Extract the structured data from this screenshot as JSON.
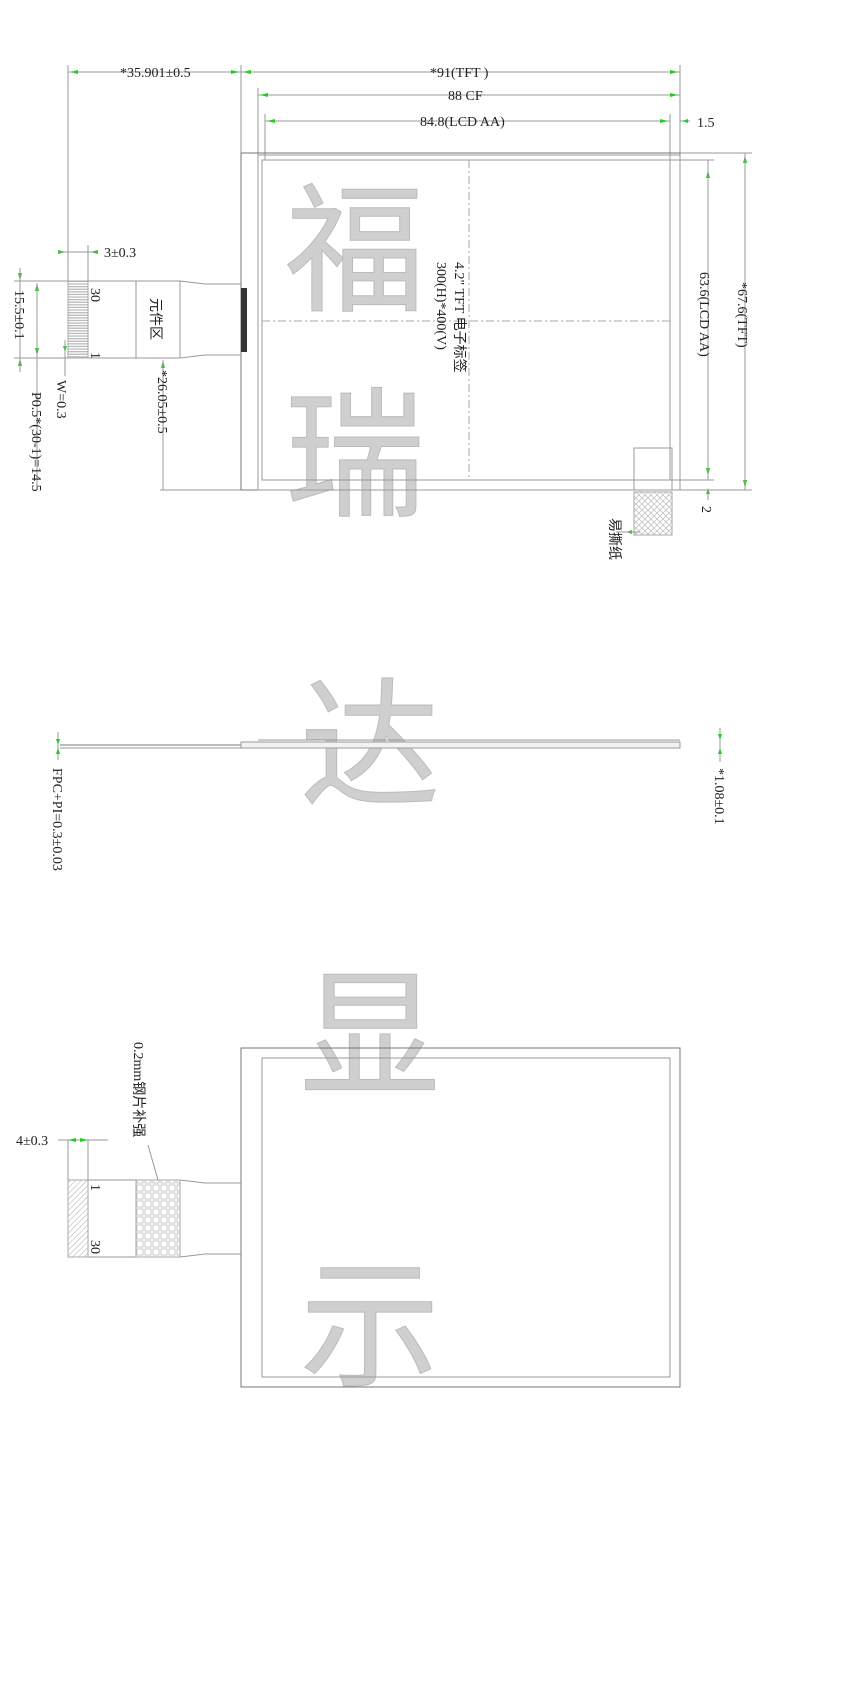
{
  "watermark": [
    "福",
    "瑞",
    "达",
    "显",
    "示"
  ],
  "top_view": {
    "dim_fpc_length": "*35.901±0.5",
    "dim_tft_width": "*91(TFT )",
    "dim_cf_width": "88 CF",
    "dim_aa_width": "84.8(LCD AA)",
    "dim_offset_right": "1.5",
    "dim_aa_height": "63.6(LCD AA)",
    "dim_tft_height": "*67.6(TFT)",
    "dim_offset_bottom": "2",
    "panel_label_line1": "4.2\" TFT 电子标签",
    "panel_label_line2": "300(H)*400(V)",
    "peel_tab_label": "易撕纸",
    "fpc_component_area": "元件区",
    "dim_finger_length": "3±0.3",
    "dim_fpc_width": "15.5±0.1",
    "dim_pitch": "P0.5*(30-1)=14.5",
    "dim_pin_width": "W=0.3",
    "dim_fpc_offset": "*26.05±0.5",
    "pin_first": "1",
    "pin_last": "30"
  },
  "side_view": {
    "dim_fpc_thickness": "FPC+PI=0.3±0.03",
    "dim_panel_thickness": "*1.08±0.1"
  },
  "bottom_view": {
    "dim_stiffener_length": "4±0.3",
    "stiffener_label": "0.2mm钢片补强",
    "pin_first": "1",
    "pin_last": "30"
  },
  "colors": {
    "arrow": "#22cc22",
    "line": "#999999",
    "watermark": "#cfcfcf"
  }
}
